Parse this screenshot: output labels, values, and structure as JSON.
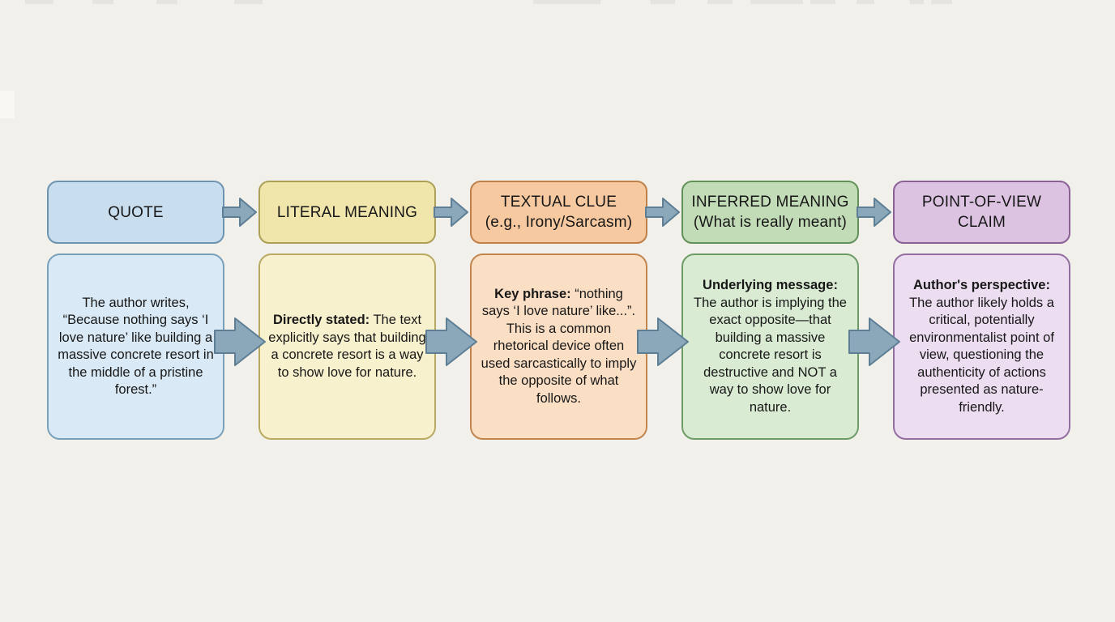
{
  "canvas": {
    "background_color": "#f1f0eb",
    "text_color": "#171717",
    "arrow": {
      "fill": "#8ba8bb",
      "stroke": "#5e7e95"
    }
  },
  "columns": [
    {
      "id": "quote",
      "header": {
        "line1": "QUOTE",
        "line2": ""
      },
      "body": {
        "lead": "",
        "text": "The author writes, “Because nothing says ‘I love nature’ like building a massive concrete resort in the middle of a pristine forest.”"
      },
      "colors": {
        "header_bg": "#c8ddee",
        "header_border": "#6e94b1",
        "body_bg": "#d9e9f5",
        "body_border": "#7ba1ba"
      }
    },
    {
      "id": "literal-meaning",
      "header": {
        "line1": "LITERAL MEANING",
        "line2": ""
      },
      "body": {
        "lead": "Directly stated:",
        "text": " The text explicitly says that building a concrete resort is a way to show love for nature."
      },
      "colors": {
        "header_bg": "#f0e6ab",
        "header_border": "#ae9f56",
        "body_bg": "#f8f1ce",
        "body_border": "#b8aa62"
      }
    },
    {
      "id": "textual-clue",
      "header": {
        "line1": "TEXTUAL CLUE",
        "line2": "(e.g., Irony/Sarcasm)"
      },
      "body": {
        "lead": "Key phrase:",
        "text": " “nothing says ‘I love nature’ like...”. This is a common rhetorical device often used sarcastically to imply the opposite of what follows."
      },
      "colors": {
        "header_bg": "#f7c9a0",
        "header_border": "#bf8049",
        "body_bg": "#fbdfc5",
        "body_border": "#c2854e"
      }
    },
    {
      "id": "inferred-meaning",
      "header": {
        "line1": "INFERRED MEANING",
        "line2": "(What is really meant)"
      },
      "body": {
        "lead": "Underlying message:",
        "text": " The author is implying the exact opposite—that building a massive concrete resort is destructive and NOT a way to show love for nature."
      },
      "colors": {
        "header_bg": "#c3dcb8",
        "header_border": "#629259",
        "body_bg": "#daebd3",
        "body_border": "#6e9c66"
      }
    },
    {
      "id": "point-of-view-claim",
      "header": {
        "line1": "POINT-OF-VIEW CLAIM",
        "line2": ""
      },
      "body": {
        "lead": "Author's perspective:",
        "text": " The author likely holds a critical, potentially environmentalist point of view, questioning the authenticity of actions presented as nature-friendly."
      },
      "colors": {
        "header_bg": "#dcc3e2",
        "header_border": "#8a6097",
        "body_bg": "#ecddf1",
        "body_border": "#936fa0"
      }
    }
  ]
}
